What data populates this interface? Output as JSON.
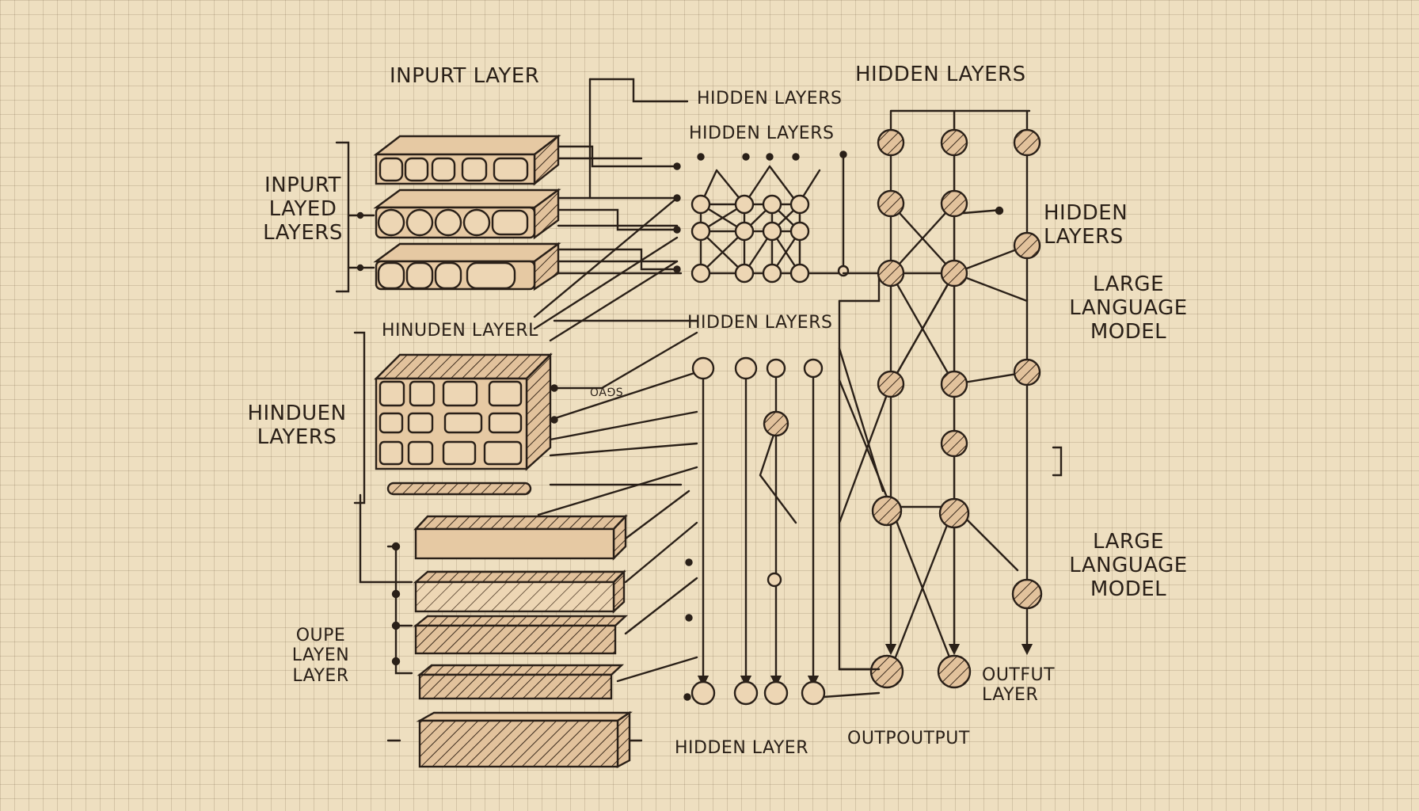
{
  "labels": {
    "input_layer_top": "INPURT LAYER",
    "hidden_layers_top_right": "HIDDEN LAYERS",
    "hidden_layers_mid_a": "HIDDEN LAYERS",
    "hidden_layers_mid_b": "HIDDEN LAYERS",
    "input_layed_layers": "INPURT\nLAYED\nLAYERS",
    "hinuden_layerl": "HINUDEN LAYERL",
    "hinduen_layers": "HINDUEN\nLAYERS",
    "hidden_layers_center": "HIDDEN LAYERS",
    "hidden_layers_right": "HIDDEN\nLAYERS",
    "large_language_model_a": "LARGE\nLANGUAGE\nMODEL",
    "large_language_model_b": "LARGE\nLANGUAGE\nMODEL",
    "oupe_layen_layer": "OUPE\nLAYEN\nLAYER",
    "hidden_layer_bottom": "HIDDEN LAYER",
    "outpoutput": "OUTPOUTPUT",
    "output_layer": "OUTFUT\nLAYER",
    "scribble": "ꝺa⅁s"
  },
  "colors": {
    "paper": "#eedfc0",
    "ink": "#2a2018",
    "node_fill": "#d9b48c",
    "block_fill": "#e6c9a3"
  }
}
